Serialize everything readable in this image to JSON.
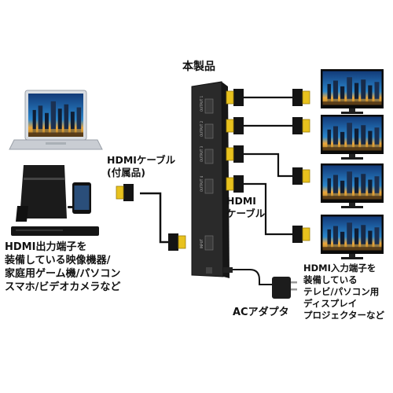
{
  "product_label": "本製品",
  "hdmi_cable_included": [
    "HDMIケーブル",
    "(付属品)"
  ],
  "hdmi_cable": [
    "HDMI",
    "ケーブル"
  ],
  "ac_adapter": "ACアダプタ",
  "source_devices": [
    "HDMI出力端子を",
    "装備している映像機器/",
    "家庭用ゲーム機/パソコン",
    "スマホ/ビデオカメラなど"
  ],
  "target_devices": [
    "HDMI入力端子を",
    "装備している",
    "テレビ/パソコン用",
    "ディスプレイ",
    "プロジェクターなど"
  ],
  "port_labels": [
    "OUTPUT 1",
    "OUTPUT 2",
    "OUTPUT 3",
    "OUTPUT 4",
    "INPUT"
  ],
  "colors": {
    "splitter_body": "#2a2a2a",
    "cable": "#111111",
    "connector_gold": "#e8c21e",
    "screen_sky": "#1d6fb8",
    "city_lights": "#f3b23c"
  }
}
